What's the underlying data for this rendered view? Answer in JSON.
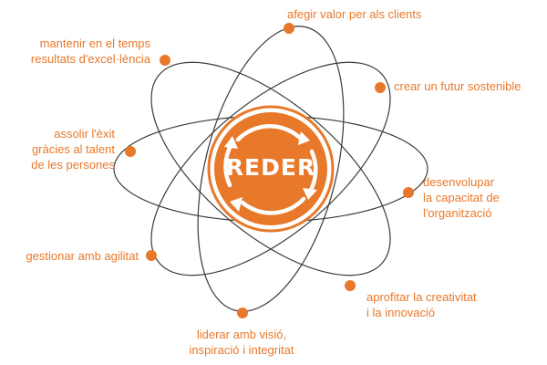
{
  "center": {
    "label": "REDER"
  },
  "colors": {
    "accent": "#e8782a",
    "orbit": "#3a3a3a",
    "text": "#e8782a"
  },
  "goals": [
    {
      "id": "afegir",
      "lines": [
        "afegir valor per als clients"
      ]
    },
    {
      "id": "crear",
      "lines": [
        "crear un futur sostenible"
      ]
    },
    {
      "id": "desenvolupar",
      "lines": [
        "desenvolupar",
        "la capacitat de",
        "l'organització"
      ]
    },
    {
      "id": "aprofitar",
      "lines": [
        "aprofitar la creativitat",
        "i la innovació"
      ]
    },
    {
      "id": "liderar",
      "lines": [
        "liderar amb visió,",
        "inspiració i integritat"
      ]
    },
    {
      "id": "gestionar",
      "lines": [
        "gestionar amb agilitat"
      ]
    },
    {
      "id": "assolir",
      "lines": [
        "assolir l'èxit",
        "gràcies al talent",
        "de les persones"
      ]
    },
    {
      "id": "mantenir",
      "lines": [
        "mantenir en el temps",
        "resultats d'excel·lència"
      ]
    }
  ]
}
